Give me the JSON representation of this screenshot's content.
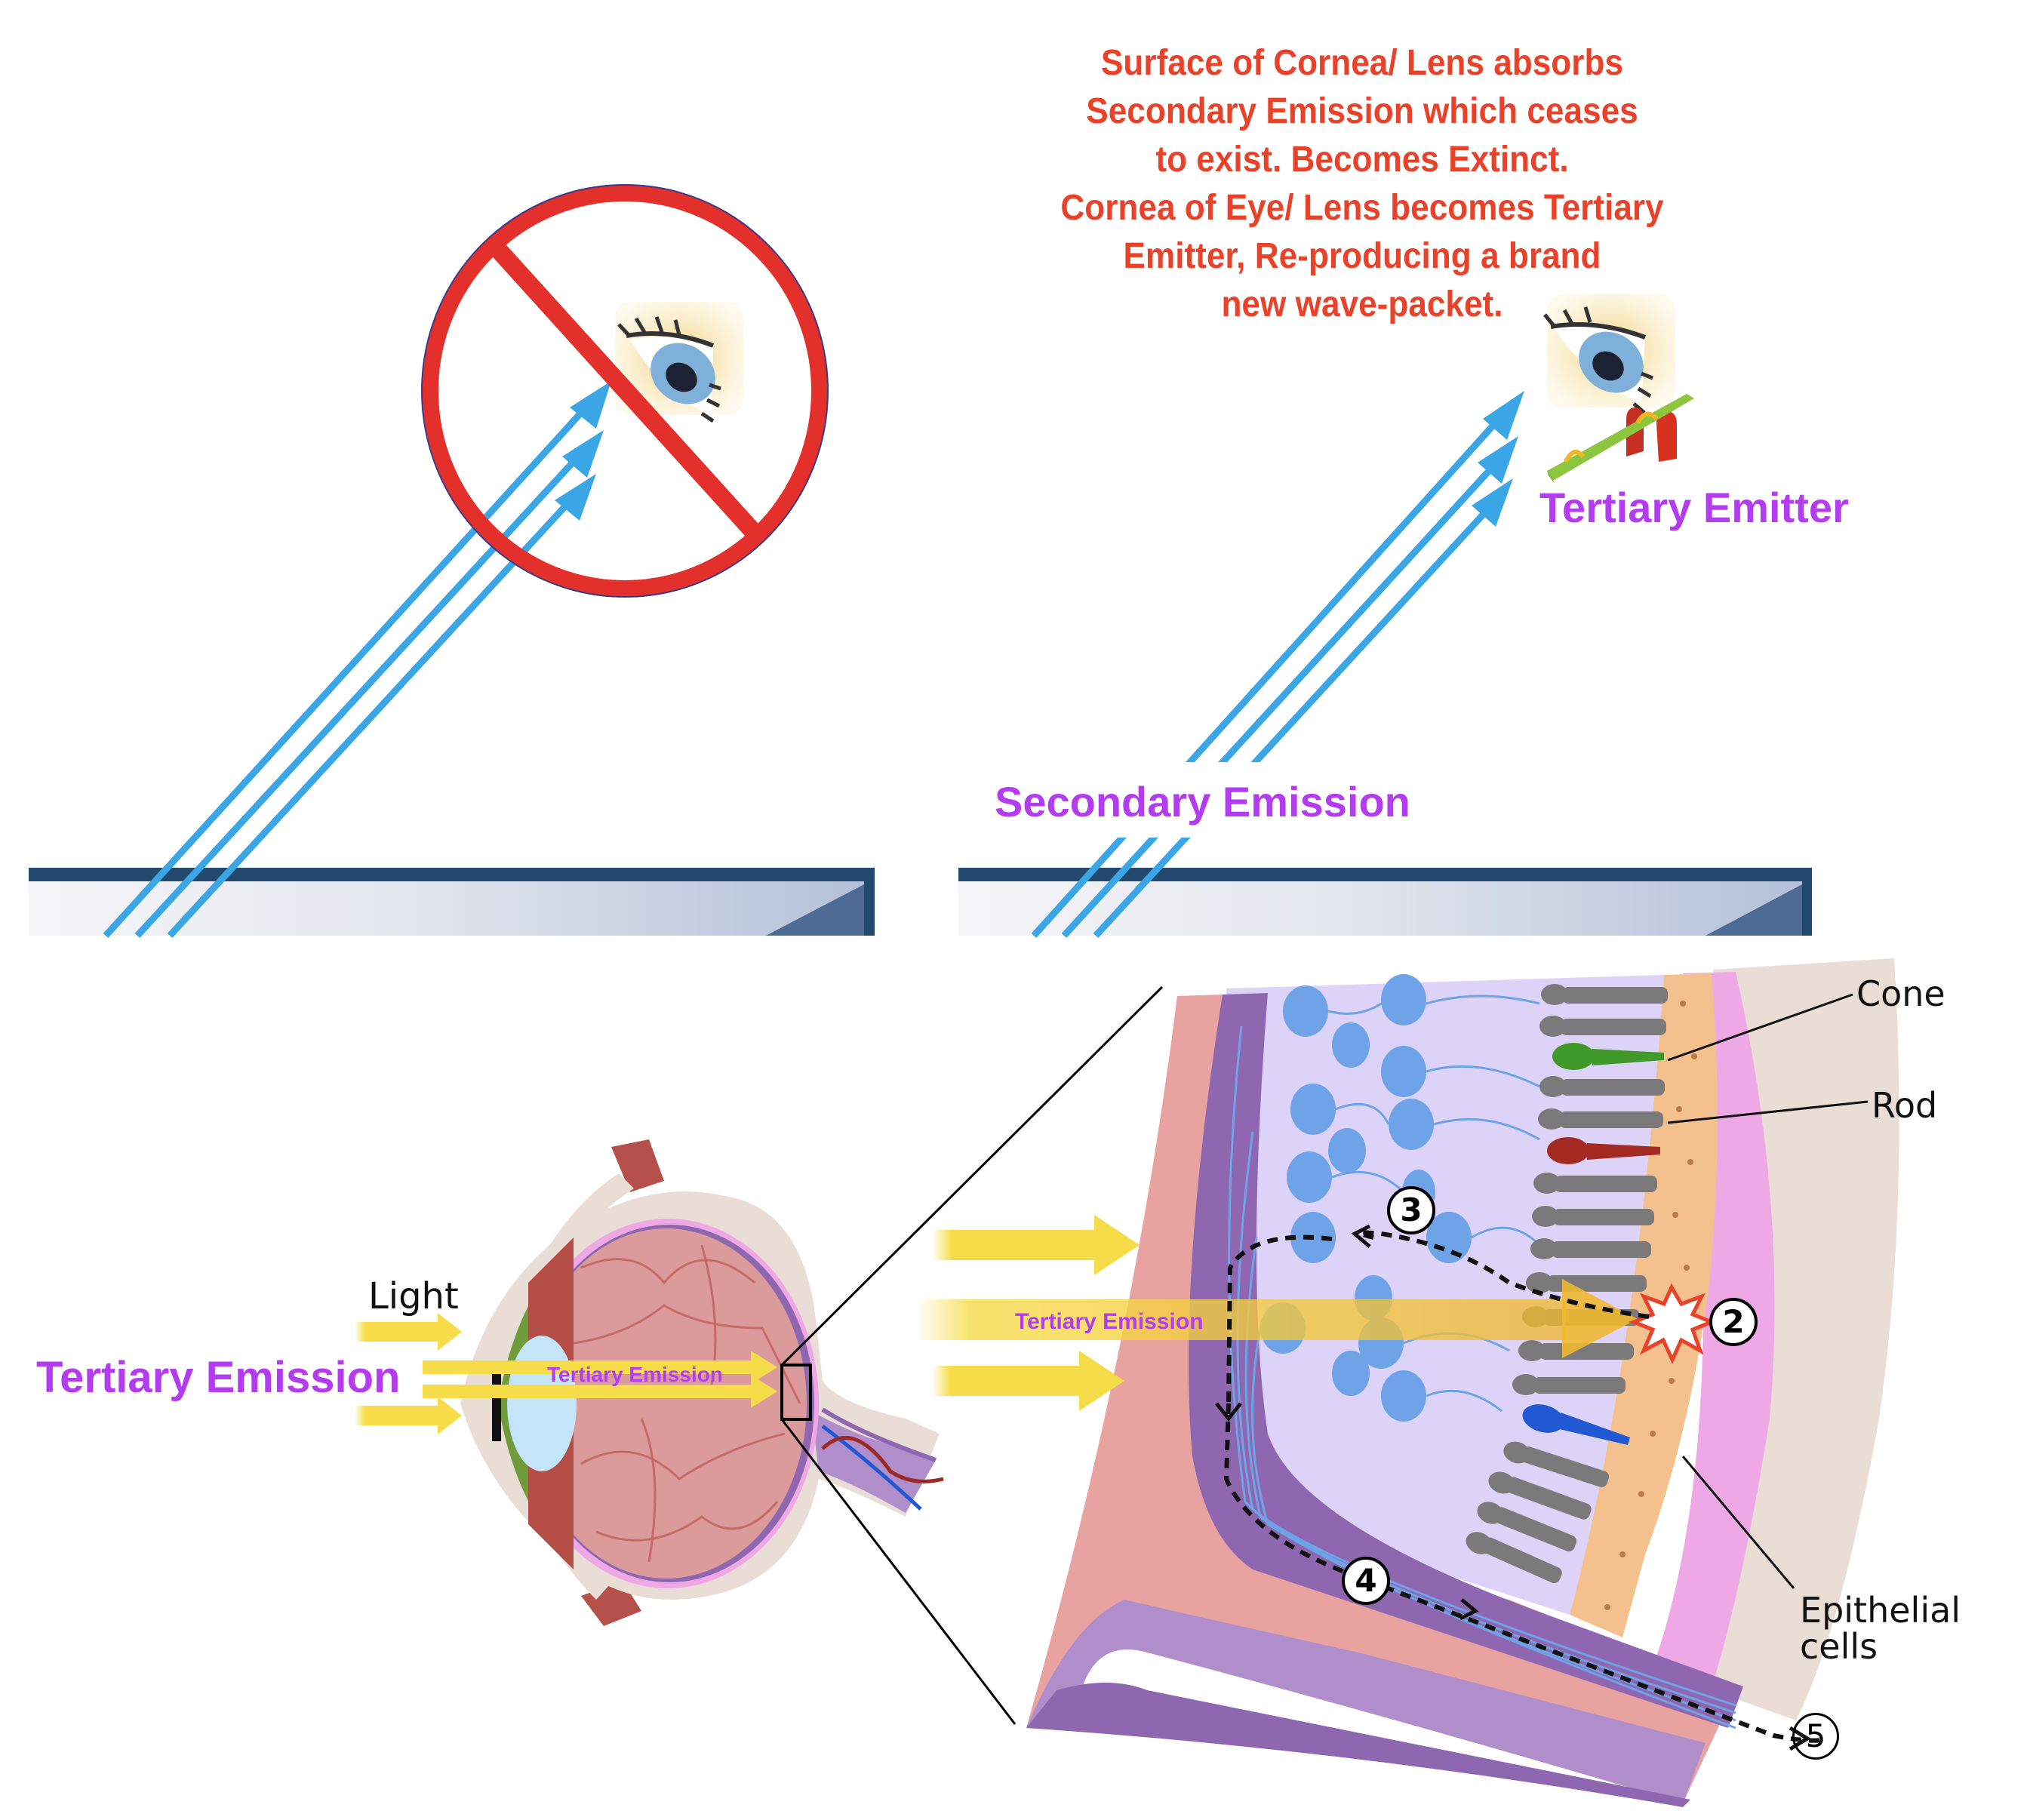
{
  "panels": {
    "top_left": {
      "title": "Blocked viewing — prohibition sign over eye",
      "icons": [
        "no-entry-sign-icon",
        "eye-icon",
        "light-ray-arrows-icon",
        "reflective-surface-icon"
      ]
    },
    "top_right": {
      "note_lines": [
        "Surface of Cornea/ Lens absorbs",
        "Secondary Emission which ceases",
        "to exist. Becomes Extinct.",
        "Cornea of Eye/ Lens becomes Tertiary",
        "Emitter, Re-producing a brand",
        "new wave-packet."
      ],
      "tertiary_emitter_label": "Tertiary Emitter",
      "secondary_emission_label": "Secondary Emission",
      "icons": [
        "eye-icon",
        "seesaw-icon",
        "light-ray-arrows-icon",
        "reflective-surface-icon"
      ]
    },
    "bottom_left": {
      "light_label": "Light",
      "tertiary_emission_label": "Tertiary Emission",
      "inner_tertiary_emission_label": "Tertiary Emission"
    },
    "bottom_right": {
      "beam_label": "Tertiary Emission",
      "cone_label": "Cone",
      "rod_label": "Rod",
      "epithelial_label_line1": "Epithelial",
      "epithelial_label_line2": "cells",
      "step_markers": [
        "2",
        "3",
        "4",
        "5"
      ]
    }
  },
  "colors": {
    "note_red": "#e8432a",
    "label_purple": "#b43cf0",
    "ray_blue": "#3aa6e6",
    "beam_yellow": "#f7dc4a",
    "prohibition_red": "#e3302a",
    "retina_lavender": "#ddd2f7",
    "ganglion_blue": "#6fa3e8",
    "photoreceptor_gray": "#7a7a7a",
    "epithelium_orange": "#f3c08e",
    "choroid_pink": "#efa8e6",
    "sclera_beige": "#e9ddd6",
    "nerve_purple": "#8f67b0",
    "cone_green": "#3f9a2a",
    "cone_red": "#a52a22",
    "cone_blue": "#2158d4"
  }
}
